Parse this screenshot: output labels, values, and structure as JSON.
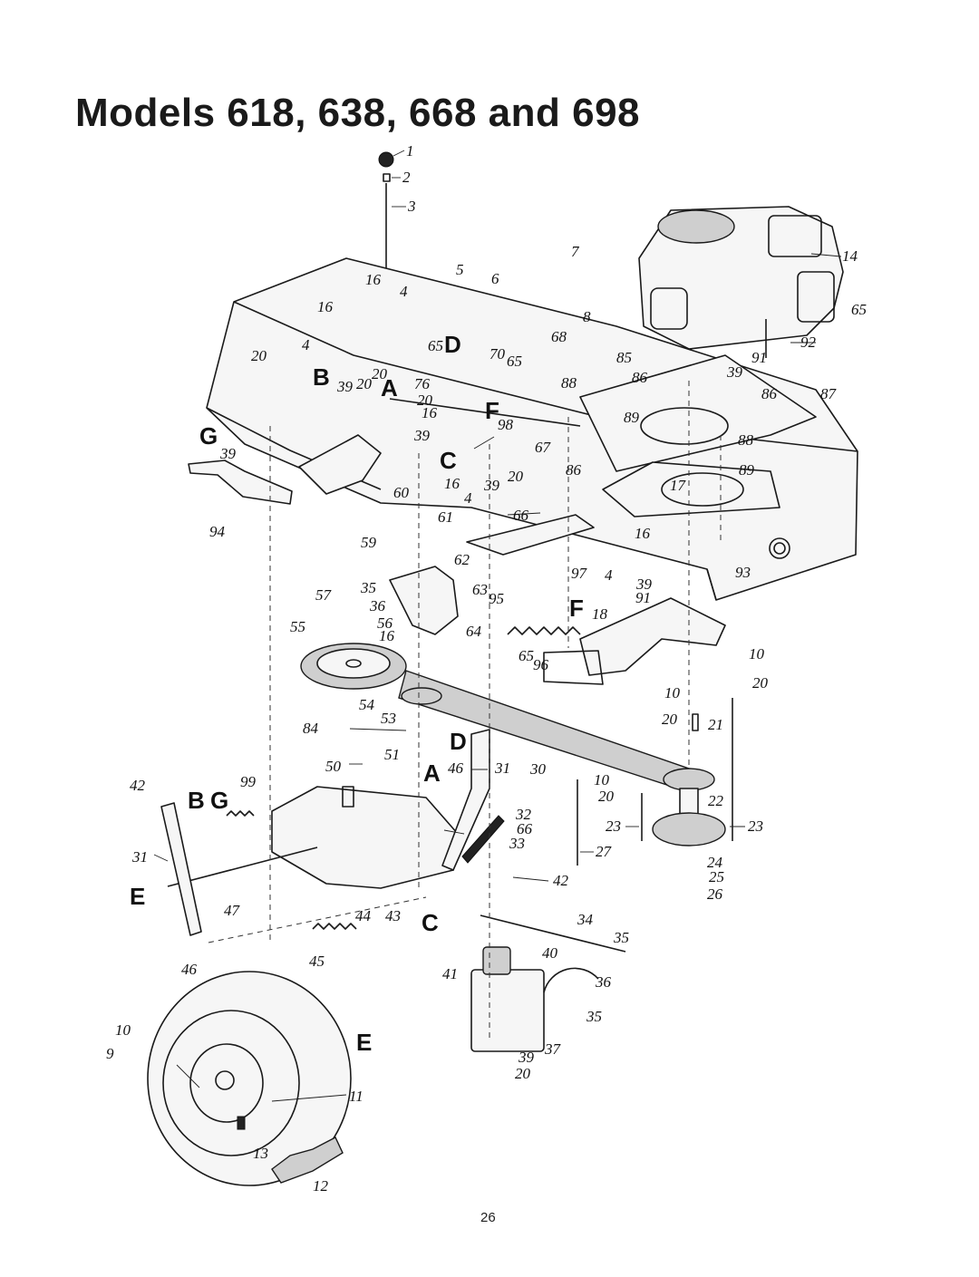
{
  "title": "Models 618, 638, 668 and 698",
  "page_number": "26",
  "callouts": [
    {
      "id": "p1",
      "label": "1"
    },
    {
      "id": "p2",
      "label": "2"
    },
    {
      "id": "p3",
      "label": "3"
    },
    {
      "id": "p4a",
      "label": "4"
    },
    {
      "id": "p4b",
      "label": "4"
    },
    {
      "id": "p4c",
      "label": "4"
    },
    {
      "id": "p4d",
      "label": "4"
    },
    {
      "id": "p5",
      "label": "5"
    },
    {
      "id": "p6",
      "label": "6"
    },
    {
      "id": "p7",
      "label": "7"
    },
    {
      "id": "p8",
      "label": "8"
    },
    {
      "id": "p9",
      "label": "9"
    },
    {
      "id": "p10a",
      "label": "10"
    },
    {
      "id": "p10b",
      "label": "10"
    },
    {
      "id": "p10c",
      "label": "10"
    },
    {
      "id": "p10d",
      "label": "10"
    },
    {
      "id": "p11",
      "label": "11"
    },
    {
      "id": "p12",
      "label": "12"
    },
    {
      "id": "p13",
      "label": "13"
    },
    {
      "id": "p14",
      "label": "14"
    },
    {
      "id": "p16a",
      "label": "16"
    },
    {
      "id": "p16b",
      "label": "16"
    },
    {
      "id": "p16c",
      "label": "16"
    },
    {
      "id": "p16d",
      "label": "16"
    },
    {
      "id": "p16e",
      "label": "16"
    },
    {
      "id": "p16f",
      "label": "16"
    },
    {
      "id": "p17",
      "label": "17"
    },
    {
      "id": "p18",
      "label": "18"
    },
    {
      "id": "p20a",
      "label": "20"
    },
    {
      "id": "p20b",
      "label": "20"
    },
    {
      "id": "p20c",
      "label": "20"
    },
    {
      "id": "p20d",
      "label": "20"
    },
    {
      "id": "p20e",
      "label": "20"
    },
    {
      "id": "p20f",
      "label": "20"
    },
    {
      "id": "p20g",
      "label": "20"
    },
    {
      "id": "p20h",
      "label": "20"
    },
    {
      "id": "p20i",
      "label": "20"
    },
    {
      "id": "p21",
      "label": "21"
    },
    {
      "id": "p22",
      "label": "22"
    },
    {
      "id": "p23a",
      "label": "23"
    },
    {
      "id": "p23b",
      "label": "23"
    },
    {
      "id": "p24",
      "label": "24"
    },
    {
      "id": "p25",
      "label": "25"
    },
    {
      "id": "p26",
      "label": "26"
    },
    {
      "id": "p27",
      "label": "27"
    },
    {
      "id": "p30",
      "label": "30"
    },
    {
      "id": "p31a",
      "label": "31"
    },
    {
      "id": "p31b",
      "label": "31"
    },
    {
      "id": "p32",
      "label": "32"
    },
    {
      "id": "p33",
      "label": "33"
    },
    {
      "id": "p34",
      "label": "34"
    },
    {
      "id": "p35a",
      "label": "35"
    },
    {
      "id": "p35b",
      "label": "35"
    },
    {
      "id": "p35c",
      "label": "35"
    },
    {
      "id": "p36a",
      "label": "36"
    },
    {
      "id": "p36b",
      "label": "36"
    },
    {
      "id": "p37",
      "label": "37"
    },
    {
      "id": "p39a",
      "label": "39"
    },
    {
      "id": "p39b",
      "label": "39"
    },
    {
      "id": "p39c",
      "label": "39"
    },
    {
      "id": "p39d",
      "label": "39"
    },
    {
      "id": "p39e",
      "label": "39"
    },
    {
      "id": "p39f",
      "label": "39"
    },
    {
      "id": "p39g",
      "label": "39"
    },
    {
      "id": "p40",
      "label": "40"
    },
    {
      "id": "p41",
      "label": "41"
    },
    {
      "id": "p42a",
      "label": "42"
    },
    {
      "id": "p42b",
      "label": "42"
    },
    {
      "id": "p43",
      "label": "43"
    },
    {
      "id": "p44",
      "label": "44"
    },
    {
      "id": "p45",
      "label": "45"
    },
    {
      "id": "p46a",
      "label": "46"
    },
    {
      "id": "p46b",
      "label": "46"
    },
    {
      "id": "p47",
      "label": "47"
    },
    {
      "id": "p50",
      "label": "50"
    },
    {
      "id": "p51",
      "label": "51"
    },
    {
      "id": "p53",
      "label": "53"
    },
    {
      "id": "p54",
      "label": "54"
    },
    {
      "id": "p55",
      "label": "55"
    },
    {
      "id": "p56",
      "label": "56"
    },
    {
      "id": "p57",
      "label": "57"
    },
    {
      "id": "p59",
      "label": "59"
    },
    {
      "id": "p60",
      "label": "60"
    },
    {
      "id": "p61",
      "label": "61"
    },
    {
      "id": "p62",
      "label": "62"
    },
    {
      "id": "p63",
      "label": "63"
    },
    {
      "id": "p64",
      "label": "64"
    },
    {
      "id": "p65a",
      "label": "65"
    },
    {
      "id": "p65b",
      "label": "65"
    },
    {
      "id": "p65c",
      "label": "65"
    },
    {
      "id": "p65d",
      "label": "65"
    },
    {
      "id": "p66a",
      "label": "66"
    },
    {
      "id": "p66b",
      "label": "66"
    },
    {
      "id": "p67",
      "label": "67"
    },
    {
      "id": "p68",
      "label": "68"
    },
    {
      "id": "p70",
      "label": "70"
    },
    {
      "id": "p76",
      "label": "76"
    },
    {
      "id": "p84",
      "label": "84"
    },
    {
      "id": "p85",
      "label": "85"
    },
    {
      "id": "p86a",
      "label": "86"
    },
    {
      "id": "p86b",
      "label": "86"
    },
    {
      "id": "p86c",
      "label": "86"
    },
    {
      "id": "p87",
      "label": "87"
    },
    {
      "id": "p88a",
      "label": "88"
    },
    {
      "id": "p88b",
      "label": "88"
    },
    {
      "id": "p89a",
      "label": "89"
    },
    {
      "id": "p89b",
      "label": "89"
    },
    {
      "id": "p91a",
      "label": "91"
    },
    {
      "id": "p91b",
      "label": "91"
    },
    {
      "id": "p92",
      "label": "92"
    },
    {
      "id": "p93",
      "label": "93"
    },
    {
      "id": "p94",
      "label": "94"
    },
    {
      "id": "p95",
      "label": "95"
    },
    {
      "id": "p96",
      "label": "96"
    },
    {
      "id": "p97",
      "label": "97"
    },
    {
      "id": "p98",
      "label": "98"
    },
    {
      "id": "p99",
      "label": "99"
    }
  ],
  "reference_letters": [
    {
      "id": "rA1",
      "label": "A"
    },
    {
      "id": "rA2",
      "label": "A"
    },
    {
      "id": "rB1",
      "label": "B"
    },
    {
      "id": "rB2",
      "label": "B"
    },
    {
      "id": "rC1",
      "label": "C"
    },
    {
      "id": "rC2",
      "label": "C"
    },
    {
      "id": "rD1",
      "label": "D"
    },
    {
      "id": "rD2",
      "label": "D"
    },
    {
      "id": "rE1",
      "label": "E"
    },
    {
      "id": "rE2",
      "label": "E"
    },
    {
      "id": "rF1",
      "label": "F"
    },
    {
      "id": "rF2",
      "label": "F"
    },
    {
      "id": "rG1",
      "label": "G"
    },
    {
      "id": "rG2",
      "label": "G"
    }
  ]
}
